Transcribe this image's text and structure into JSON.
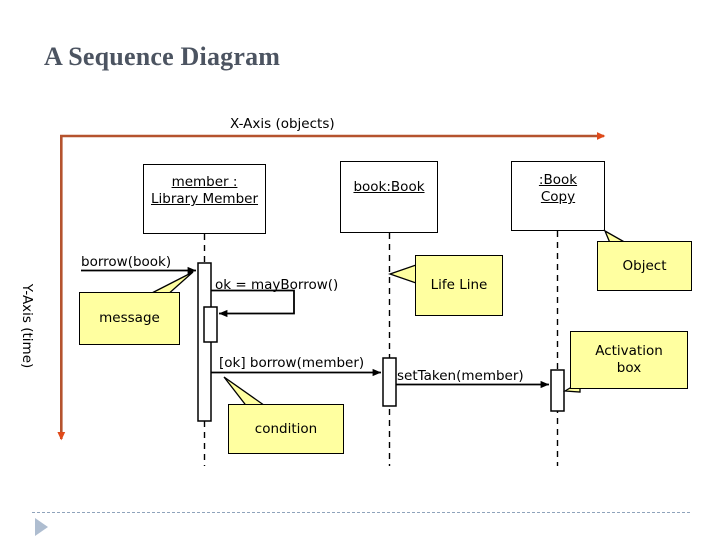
{
  "slide": {
    "title": "A Sequence Diagram",
    "title_color": "#4c5461",
    "background": "#ffffff"
  },
  "axes": {
    "x_label": "X-Axis (objects)",
    "y_label": "Y-Axis (time)",
    "line_color": "#b5532e",
    "arrow_color": "#e04a1a"
  },
  "objects": [
    {
      "id": "member",
      "label": "member :\nLibrary Member",
      "label_plain": "member : LibraryMember"
    },
    {
      "id": "book",
      "label": "book:Book",
      "label_plain": "book:Book"
    },
    {
      "id": "copy",
      "label": ":Book\nCopy",
      "label_plain": ":Book Copy"
    }
  ],
  "messages": [
    {
      "id": "borrow-book",
      "label": "borrow(book)"
    },
    {
      "id": "may-borrow",
      "label": "ok = mayBorrow()"
    },
    {
      "id": "ok-borrow",
      "label": "[ok] borrow(member)"
    },
    {
      "id": "set-taken",
      "label": "setTaken(member)"
    }
  ],
  "callouts": [
    {
      "id": "message",
      "label": "message"
    },
    {
      "id": "lifeline",
      "label": "Life Line"
    },
    {
      "id": "object",
      "label": "Object"
    },
    {
      "id": "activation",
      "label": "Activation\nbox"
    },
    {
      "id": "condition",
      "label": "condition"
    }
  ],
  "callout_style": {
    "fill": "#ffffa0",
    "border": "#000000"
  },
  "diagram_style": {
    "lifeline_dash_color": "#000000",
    "activation_fill": "#ffffff",
    "activation_border": "#000000"
  },
  "chrome": {
    "rule_color": "#8fa3bb",
    "nav_triangle_color": "#aebdd0"
  }
}
